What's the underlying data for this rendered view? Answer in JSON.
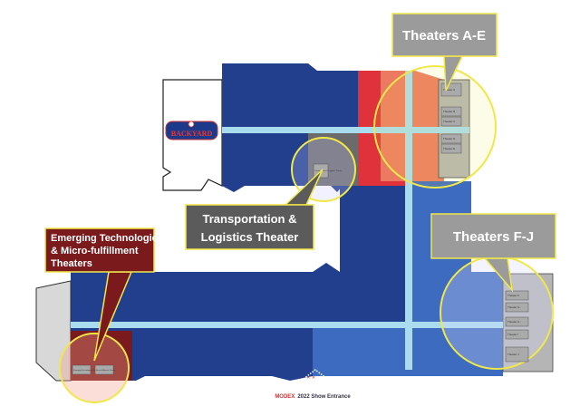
{
  "callouts": {
    "theaters_ae": "Theaters A-E",
    "transport_line1": "Transportation &",
    "transport_line2": "Logistics Theater",
    "theaters_fj": "Theaters F-J",
    "emerging_line1": "Emerging Technologies",
    "emerging_line2": "& Micro-fulfillment",
    "emerging_line3": "Theaters"
  },
  "logo": {
    "text": "BACKYARD"
  },
  "theaters_ae": [
    "Theater A",
    "Theater B",
    "Theater C",
    "Theater D",
    "Theater E"
  ],
  "theaters_fj": [
    "Theater F",
    "Theater G",
    "Theater H",
    "Theater I",
    "Theater J"
  ],
  "small_labels": {
    "transport": "Transportation & Logistics Theater",
    "emerging": "Emerging Technologies Theater",
    "micro": "Micro-fulfillment Theater"
  },
  "entrance": {
    "brand": "MODEX",
    "text": "2022 Show Entrance"
  },
  "colors": {
    "dark_blue": "#213f8c",
    "mid_blue": "#3d6bbf",
    "red": "#e0323a",
    "salmon": "#ec7a63",
    "maroon": "#7a1a1c",
    "corridor": "#a9dcef",
    "gray": "#b5b5b5",
    "highlight": "#f0e84a"
  }
}
